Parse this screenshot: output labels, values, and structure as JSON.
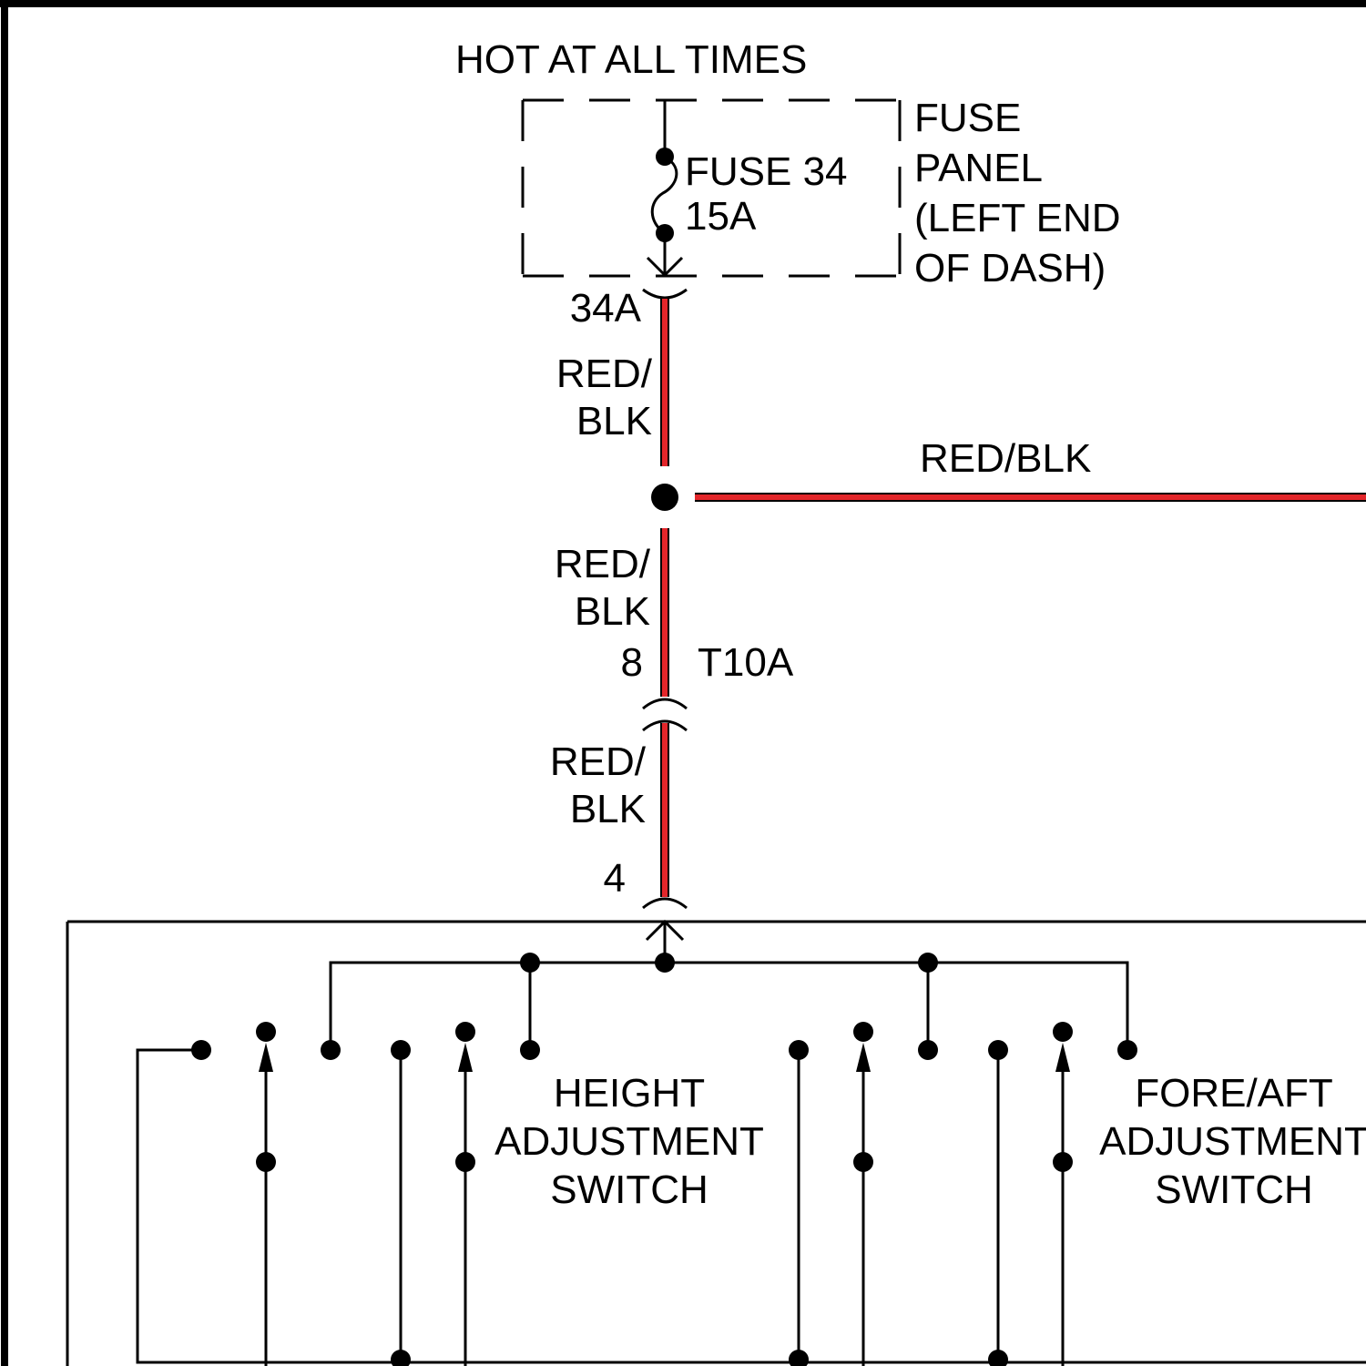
{
  "labels": {
    "hot_at_all_times": "HOT AT ALL TIMES",
    "fuse_name": "FUSE 34",
    "fuse_rating": "15A",
    "fuse_panel": [
      "FUSE",
      "PANEL",
      "(LEFT END",
      "OF DASH)"
    ],
    "connector_34a": "34A",
    "wire_color_top": [
      "RED/",
      "BLK"
    ],
    "wire_color_branch": "RED/BLK",
    "wire_color_mid": [
      "RED/",
      "BLK"
    ],
    "pin_8": "8",
    "connector_t10a": "T10A",
    "wire_color_bottom": [
      "RED/",
      "BLK"
    ],
    "pin_4": "4",
    "height_switch": [
      "HEIGHT",
      "ADJUSTMENT",
      "SWITCH"
    ],
    "fore_aft_switch": [
      "FORE/AFT",
      "ADJUSTMENT",
      "SWITCH"
    ]
  },
  "colors": {
    "wire_red": "#e3262a",
    "wire_outline": "#000000",
    "background": "#ffffff"
  }
}
